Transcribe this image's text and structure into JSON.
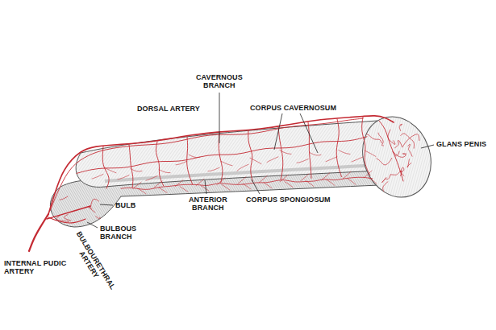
{
  "diagram": {
    "labels": [
      "CAVERNOUS BRANCH",
      "DORSAL ARTERY",
      "CORPUS CAVERNOSUM",
      "GLANS PENIS",
      "BULB",
      "ANTERIOR BRANCH",
      "CORPUS SPONGIOSUM",
      "BULBOUS BRANCH",
      "BULBOURETHRAL ARTERY",
      "INTERNAL PUDIC ARTERY"
    ]
  }
}
